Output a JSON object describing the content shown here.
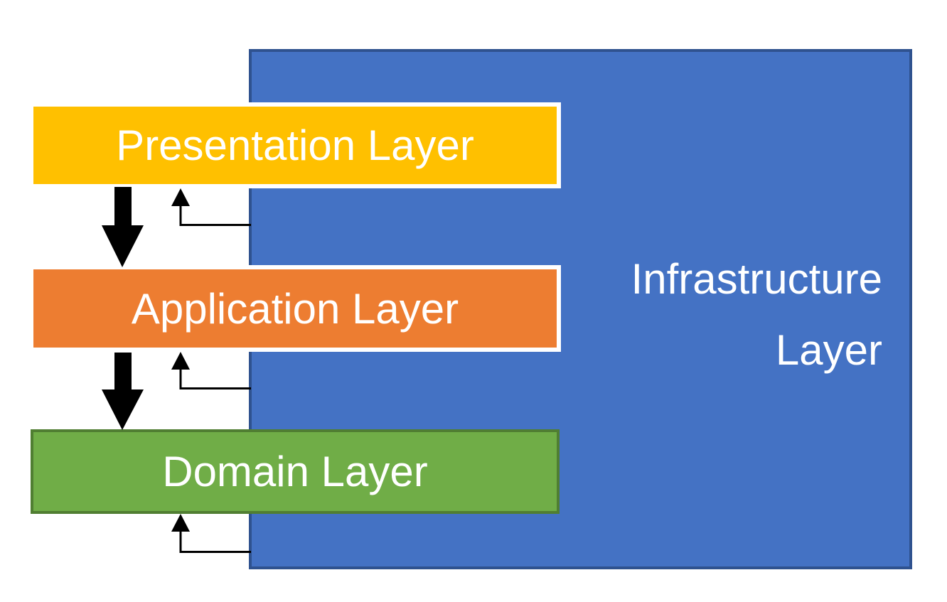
{
  "diagram": {
    "title": "Layered architecture diagram",
    "background": "#FFFFFF",
    "layers": [
      {
        "id": "presentation",
        "label": "Presentation Layer",
        "fill": "#FFC000",
        "border": "#FFFFFF",
        "text_color": "#FFFFFF"
      },
      {
        "id": "application",
        "label": "Application Layer",
        "fill": "#ED7D31",
        "border": "#FFFFFF",
        "text_color": "#FFFFFF"
      },
      {
        "id": "domain",
        "label": "Domain Layer",
        "fill": "#70AD47",
        "border": "#507E32",
        "text_color": "#FFFFFF"
      },
      {
        "id": "infrastructure",
        "label": "Infrastructure Layer",
        "label_lines": [
          "Infrastructure",
          "Layer"
        ],
        "fill": "#4472C4",
        "border": "#2F528F",
        "text_color": "#FFFFFF"
      }
    ],
    "arrows": {
      "color": "#000000",
      "thick_down": [
        {
          "from": "presentation",
          "to": "application"
        },
        {
          "from": "application",
          "to": "domain"
        }
      ],
      "thin_up": [
        {
          "from": "infrastructure",
          "to": "presentation"
        },
        {
          "from": "infrastructure",
          "to": "application"
        },
        {
          "from": "infrastructure",
          "to": "domain"
        }
      ]
    }
  }
}
